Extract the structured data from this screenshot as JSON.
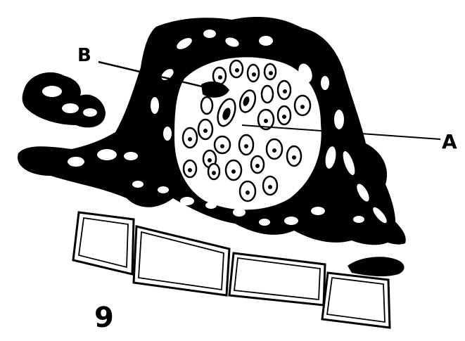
{
  "figure": {
    "number": "9",
    "labels": {
      "a": "A",
      "b": "B"
    },
    "colors": {
      "ink": "#000000",
      "paper": "#ffffff"
    },
    "icon": "plant-tissue-section-drawing"
  }
}
